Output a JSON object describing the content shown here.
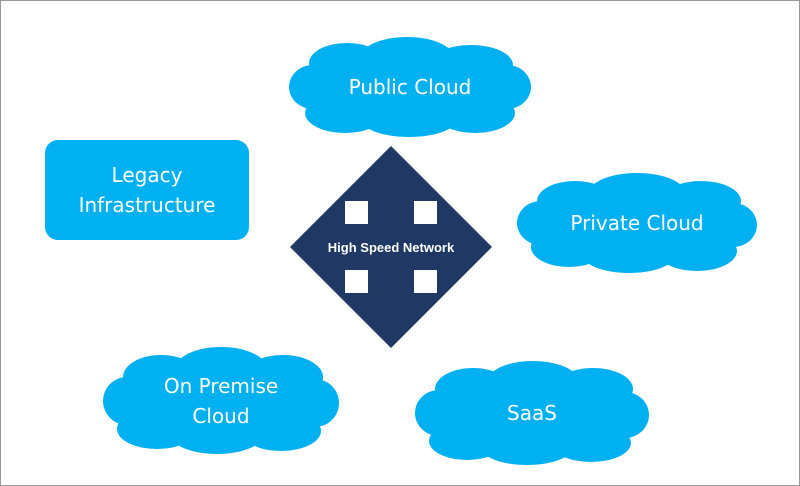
{
  "colors": {
    "cloud_fill": "#00b0f0",
    "arrow_fill": "#1f3864",
    "text": "#ffffff"
  },
  "diagram": {
    "center": {
      "label": "High Speed Network"
    },
    "legacy": {
      "line1": "Legacy",
      "line2": "Infrastructure"
    },
    "clouds": {
      "public": "Public Cloud",
      "private": "Private Cloud",
      "on_premise": "On Premise\nCloud",
      "saas": "SaaS"
    }
  }
}
